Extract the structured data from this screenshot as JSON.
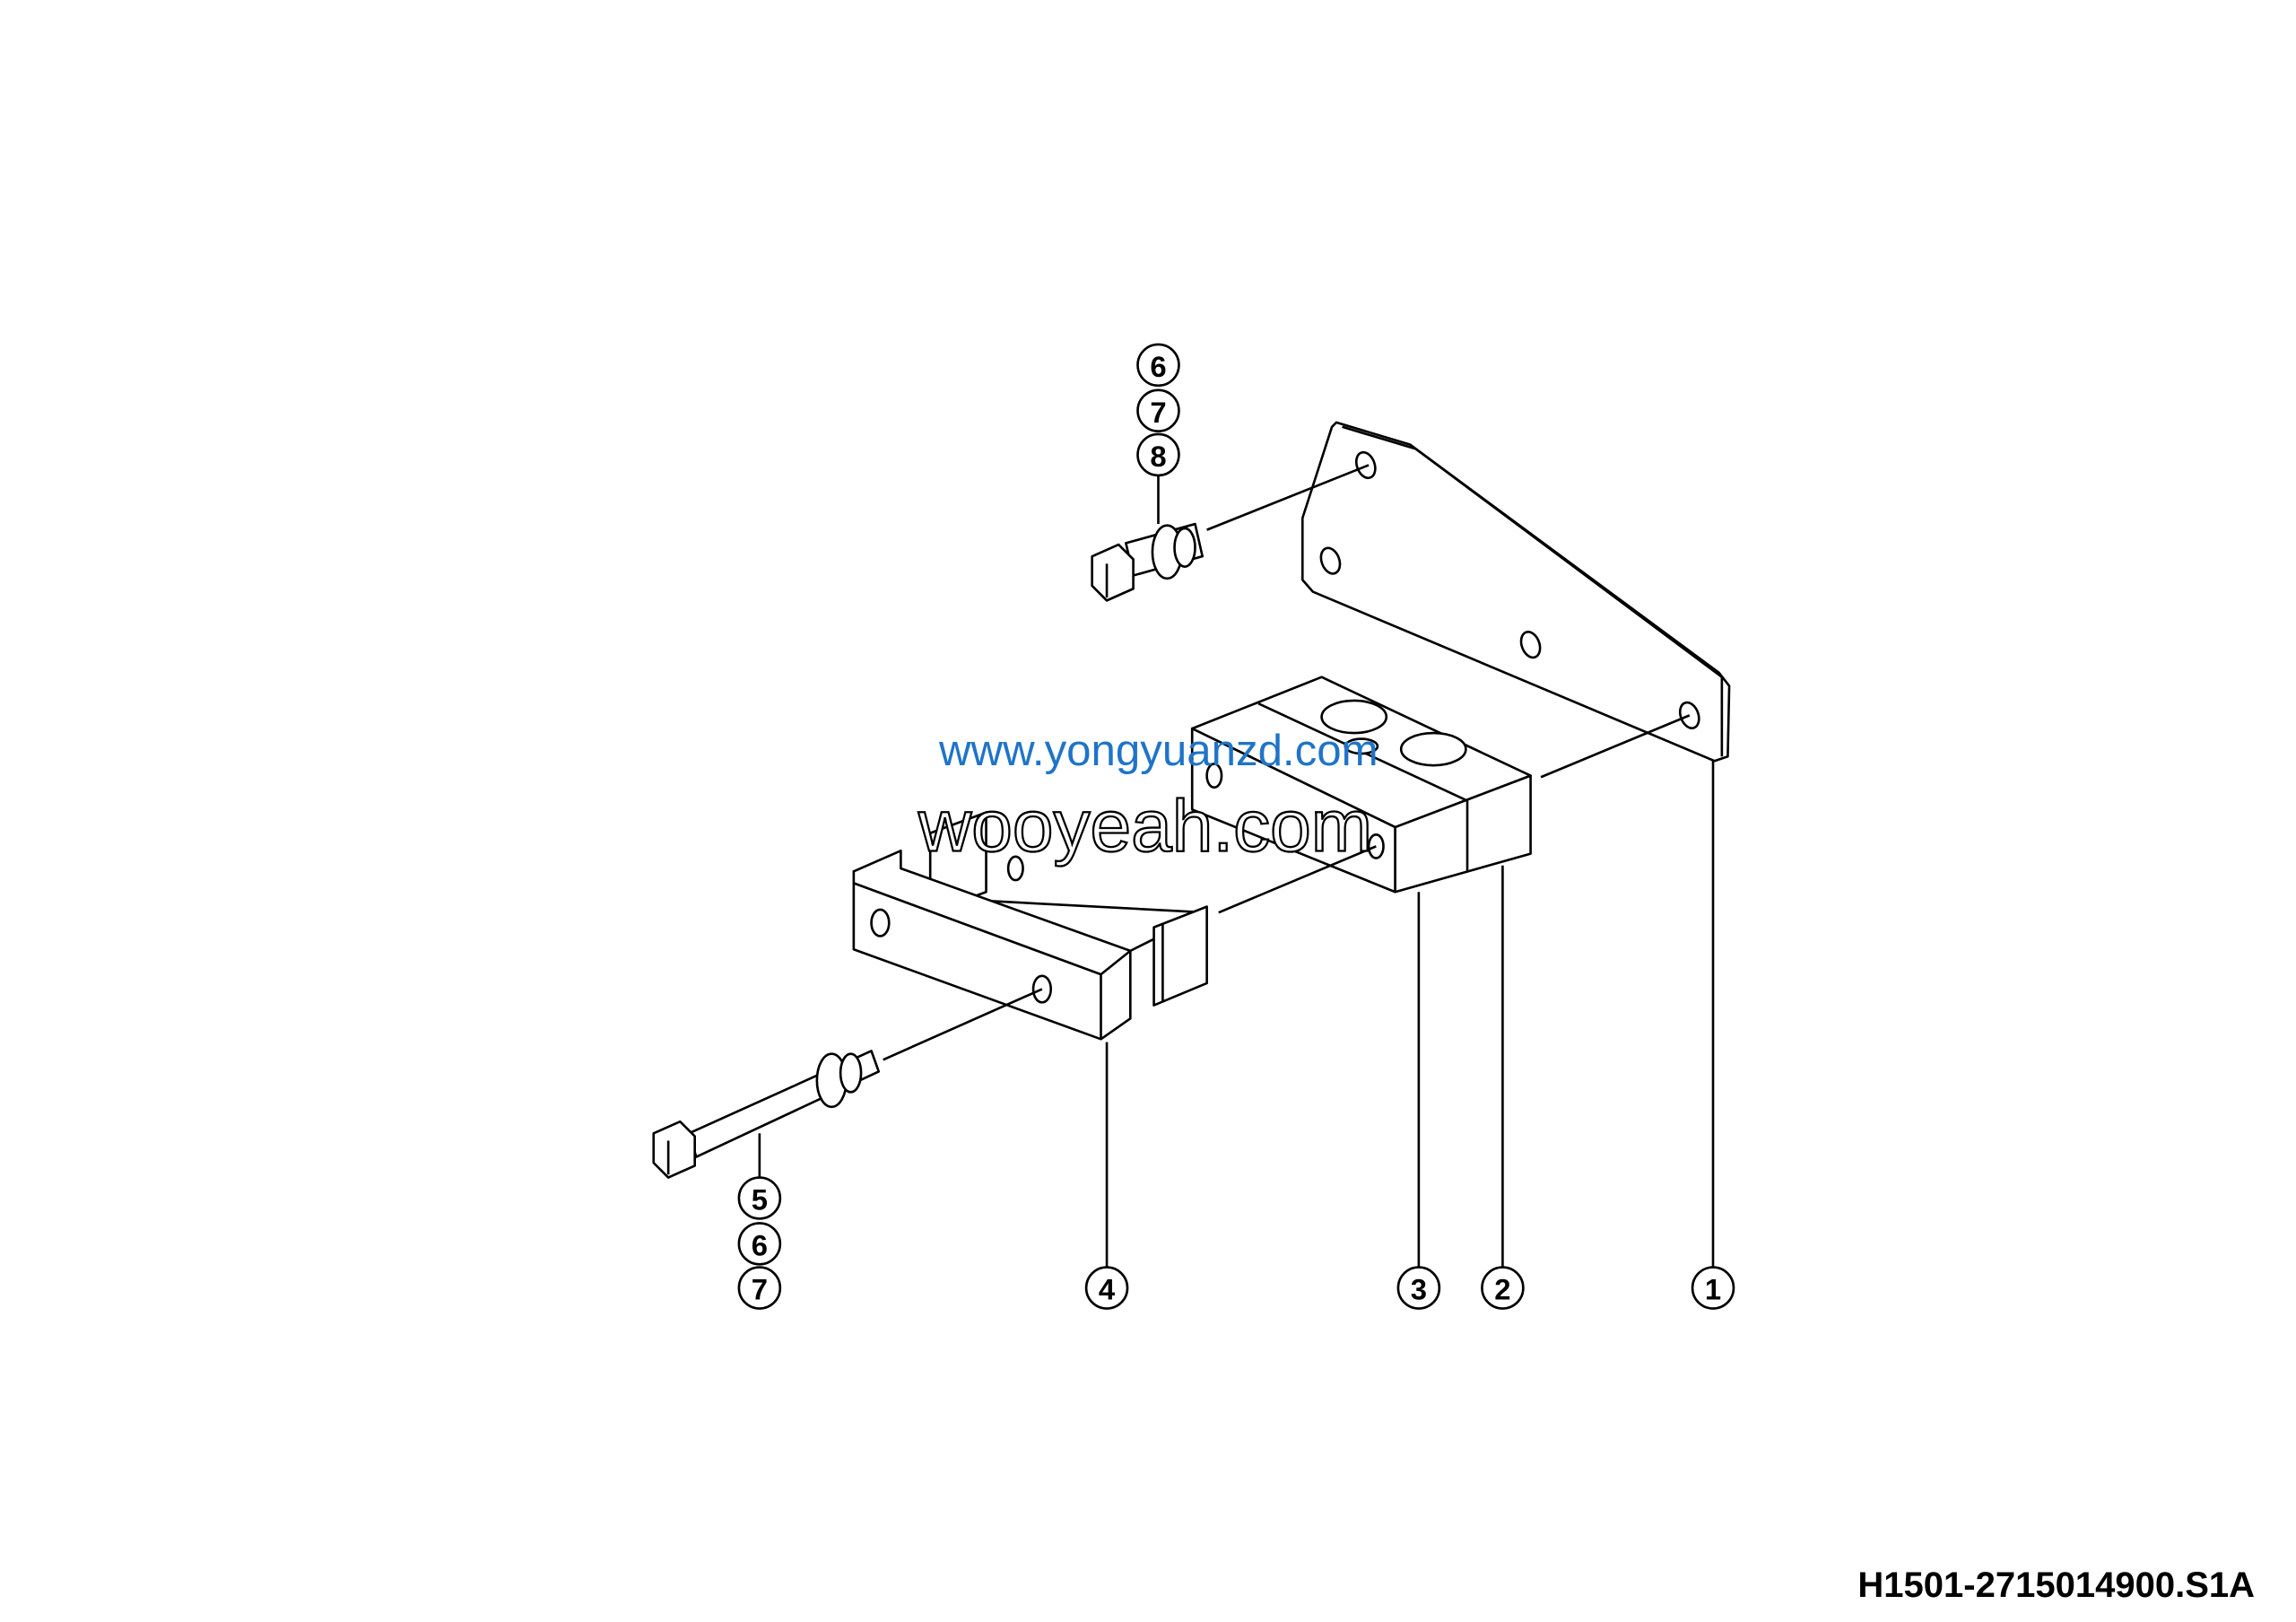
{
  "drawing_code": "H1501-2715014900.S1A",
  "callouts": {
    "top_bolt": [
      "6",
      "7",
      "8"
    ],
    "bottom_bolt": [
      "5",
      "6",
      "7"
    ],
    "bracket": "4",
    "block_front": "3",
    "block_rear": "2",
    "plate": "1"
  },
  "watermarks": {
    "outline": "wooyeah.com",
    "blue": "www.yongyuanzd.com",
    "blue_color": "#1f74c8"
  }
}
